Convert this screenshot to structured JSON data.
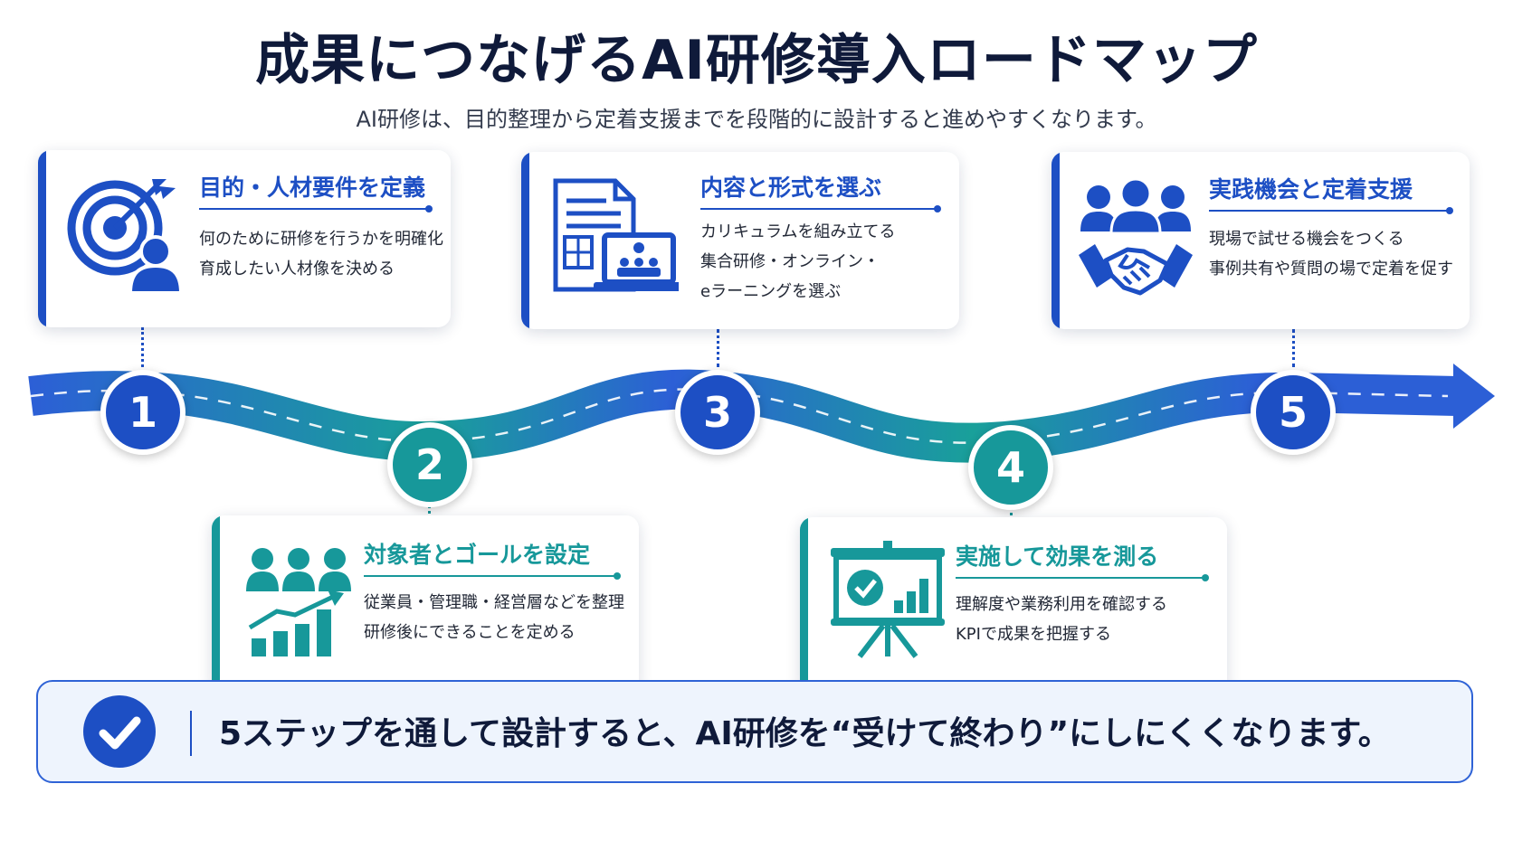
{
  "title": "成果につなげるAI研修導入ロードマップ",
  "subtitle": "AI研修は、目的整理から定着支援までを段階的に設計すると進めやすくなります。",
  "steps": [
    {
      "number": "1",
      "title": "目的・人材要件を定義",
      "lines": [
        "何のために研修を行うかを明確化",
        "育成したい人材像を決める"
      ],
      "icon": "target-person-icon",
      "color": "#1d4fc4"
    },
    {
      "number": "2",
      "title": "対象者とゴールを設定",
      "lines": [
        "従業員・管理職・経営層などを整理",
        "研修後にできることを定める"
      ],
      "icon": "group-growth-icon",
      "color": "#17989a"
    },
    {
      "number": "3",
      "title": "内容と形式を選ぶ",
      "lines": [
        "カリキュラムを組み立てる",
        "集合研修・オンライン・",
        "eラーニングを選ぶ"
      ],
      "icon": "document-laptop-icon",
      "color": "#1d4fc4"
    },
    {
      "number": "4",
      "title": "実施して効果を測る",
      "lines": [
        "理解度や業務利用を確認する",
        "KPIで成果を把握する"
      ],
      "icon": "presentation-board-icon",
      "color": "#17989a"
    },
    {
      "number": "5",
      "title": "実践機会と定着支援",
      "lines": [
        "現場で試せる機会をつくる",
        "事例共有や質問の場で定着を促す"
      ],
      "icon": "team-handshake-icon",
      "color": "#1d4fc4"
    }
  ],
  "summary": {
    "text": "5ステップを通して設計すると、AI研修を“受けて終わり”にしにくくなります。",
    "icon": "check-circle-icon"
  }
}
